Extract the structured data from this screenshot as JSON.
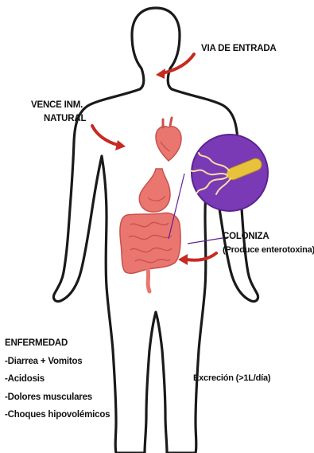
{
  "labels": {
    "entry_route": "VIA DE ENTRADA",
    "defeats_immunity_line1": "VENCE INM.",
    "defeats_immunity_line2": "NATURAL",
    "colonizes": "COLONIZA",
    "produces": "(Produce enterotoxina)",
    "excretion": "Excreción (>1L/día)"
  },
  "disease": {
    "title": "ENFERMEDAD",
    "symptoms": [
      "-Diarrea + Vomitos",
      "-Acidosis",
      "-Dolores musculares",
      "-Choques hipovolémicos"
    ]
  },
  "colors": {
    "outline": "#1a1a1a",
    "arrow": "#c62a22",
    "organ": "#ea7670",
    "organ_dark": "#c9504c",
    "circle_fill": "#7a3ab5",
    "circle_stroke": "#5b2390",
    "bacterium": "#e8c23a",
    "flagella": "#f3dfa2"
  }
}
